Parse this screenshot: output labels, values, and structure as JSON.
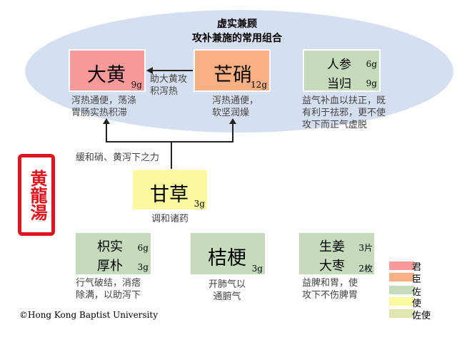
{
  "title": {
    "line1": "虚实兼顾",
    "line2": "攻补兼施的常用组合"
  },
  "colors": {
    "jun": "#f99a9a",
    "chen": "#f9b184",
    "zuo": "#c5dbbc",
    "shi": "#fafaa0",
    "zuoshi": "#e2e6b0"
  },
  "herbs": {
    "dahuang": {
      "name": "大黄",
      "dose": "9g",
      "desc1": "泻热通便，荡涤",
      "desc2": "胃肠实热积滞"
    },
    "mangxiao": {
      "name": "芒硝",
      "dose": "12g",
      "desc1": "泻热通便，",
      "desc2": "软坚润燥"
    },
    "renshen": {
      "name1": "人参",
      "dose1": "6g",
      "name2": "当归",
      "dose2": "9g",
      "desc1": "益气补血以扶正，既",
      "desc2": "有利于祛邪，更不使",
      "desc3": "攻下而正气虚脱"
    },
    "gancao": {
      "name": "甘草",
      "dose": "3g",
      "desc": "调和诸药"
    },
    "zhishi": {
      "name1": "枳实",
      "dose1": "6g",
      "name2": "厚朴",
      "dose2": "3g",
      "desc1": "行气破结，消痞",
      "desc2": "除满，以助泻下"
    },
    "jiegeng": {
      "name": "桔梗",
      "dose": "3g",
      "desc1": "开肺气以",
      "desc2": "通腑气"
    },
    "shengjiang": {
      "name1": "生姜",
      "dose1": "3片",
      "name2": "大枣",
      "dose2": "2枚",
      "desc1": "益脾和胃，使",
      "desc2": "攻下不伤脾胃"
    }
  },
  "arrow_label": {
    "line1": "助大黄攻",
    "line2": "积泻热"
  },
  "moderate_label": "缓和硝、黄泻下之力",
  "seal": "黄龍湯",
  "legend": [
    "君",
    "臣",
    "佐",
    "使",
    "佐使"
  ],
  "copyright": "©Hong Kong Baptist University"
}
